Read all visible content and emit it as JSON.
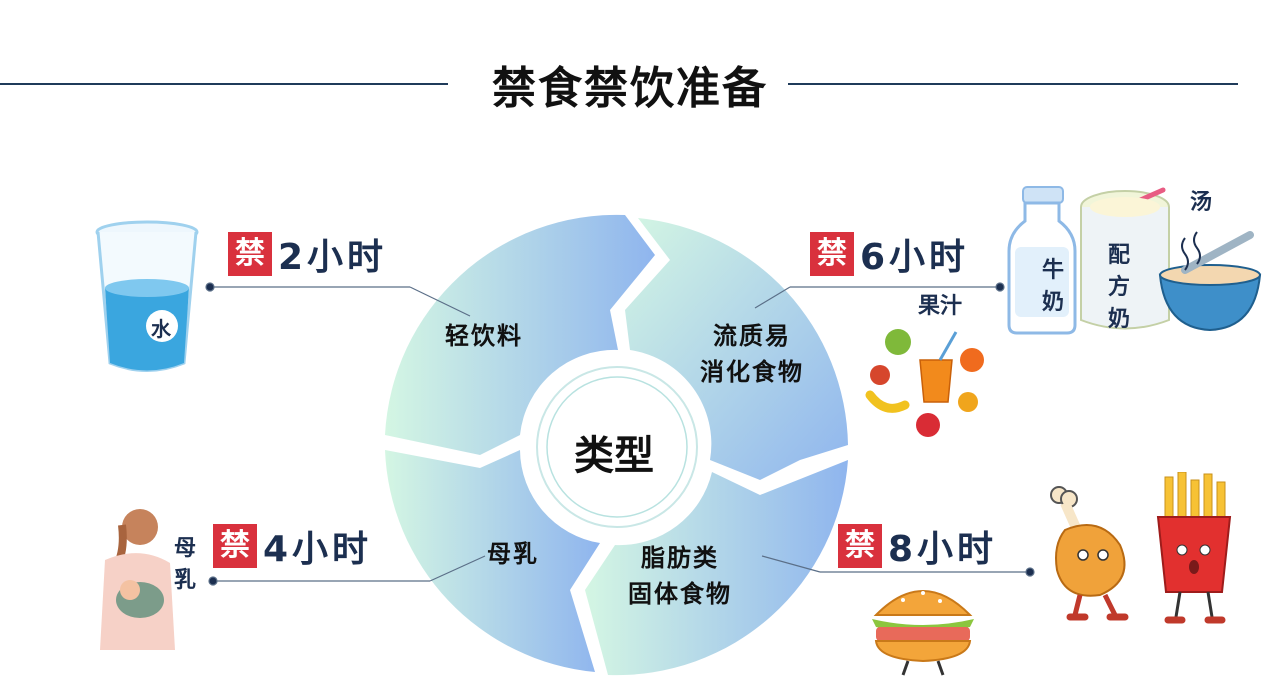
{
  "title": "禁食禁饮准备",
  "center": "类型",
  "segments": {
    "light_drink": "轻饮料",
    "liquid_line1": "流质易",
    "liquid_line2": "消化食物",
    "breast_milk": "母乳",
    "fat_line1": "脂肪类",
    "fat_line2": "固体食物"
  },
  "rules": {
    "ban_char": "禁",
    "water": "2小时",
    "liquid": "6小时",
    "breast": "4小时",
    "fat": "8小时"
  },
  "labels": {
    "water": "水",
    "milk_line1": "牛",
    "milk_line2": "奶",
    "formula_line1": "配",
    "formula_line2": "方",
    "formula_line3": "奶",
    "soup": "汤",
    "juice": "果汁",
    "mother_line1": "母",
    "mother_line2": "乳"
  },
  "colors": {
    "ban_red": "#d9313d",
    "text_navy": "#1c2f50",
    "ring_green": "#c9f3dd",
    "ring_blue": "#94b9ee"
  }
}
